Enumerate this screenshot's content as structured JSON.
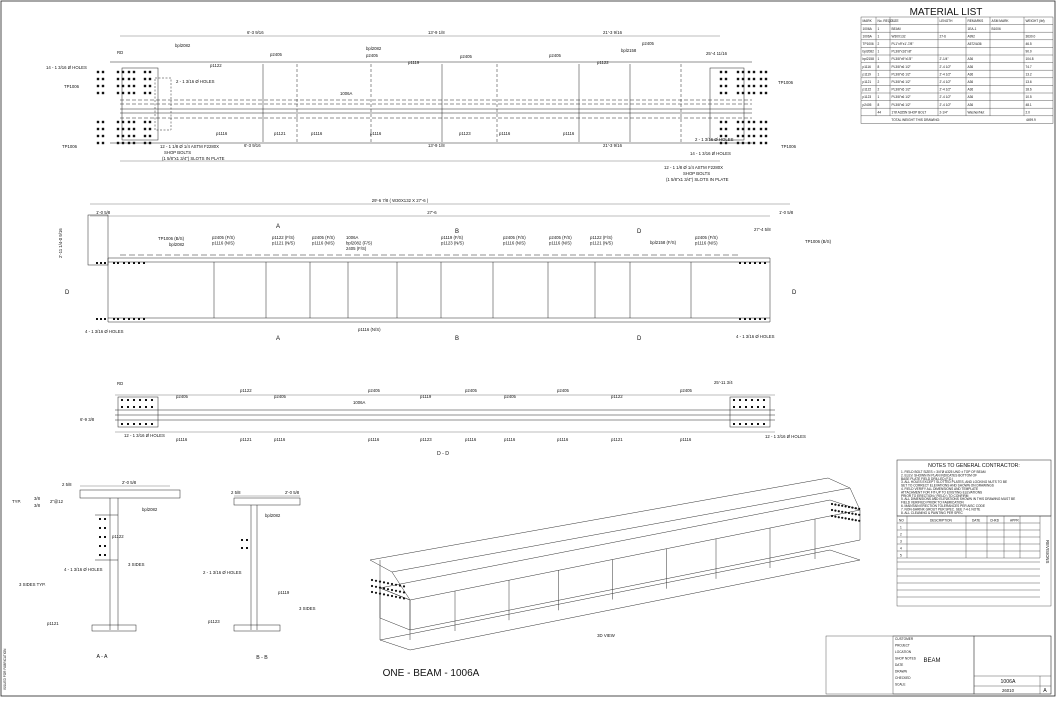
{
  "material_list": {
    "title": "MATERIAL LIST",
    "headers": [
      "MARK",
      "No. REQD",
      "SIZE",
      "LENGTH",
      "REMARKS",
      "ASM MARK",
      "WEIGHT (lbf)"
    ],
    "rows": [
      [
        "1006A",
        "1",
        "BEAM",
        "",
        "1EA-1",
        "B1006",
        ""
      ],
      [
        "1006A",
        "1",
        "W30X132",
        "27-6",
        "A992",
        "",
        "3630.0"
      ],
      [
        "TP1006",
        "2",
        "PL1\"x9\"x1'-7/8\"",
        "",
        "A572/A36",
        "",
        "46.5"
      ],
      [
        "bpl2082",
        "1",
        "PL3/8\"x16\"x8\"",
        "",
        "",
        "",
        "90.0"
      ],
      [
        "bpl2158",
        "1",
        "PL3/8\"x9\"x1'8\"",
        "2'-1/4\"",
        "A36",
        "",
        "104.8"
      ],
      [
        "p1116",
        "8",
        "PL3/8\"x6 1/2\"",
        "2'-4 1/2\"",
        "A36",
        "",
        "74.7"
      ],
      [
        "p1119",
        "1",
        "PL3/8\"x6 1/2\"",
        "2'-4 1/2\"",
        "A36",
        "",
        "13.2"
      ],
      [
        "p1121",
        "2",
        "PL3/8\"x6 1/2\"",
        "2'-4 1/2\"",
        "A36",
        "",
        "13.6"
      ],
      [
        "p1122",
        "2",
        "PL3/8\"x6 1/2\"",
        "2'-4 1/2\"",
        "A36",
        "",
        "18.6"
      ],
      [
        "p1123",
        "1",
        "PL3/8\"x6 1/2\"",
        "2'-4 1/2\"",
        "A36",
        "",
        "10.5"
      ],
      [
        "p2405",
        "8",
        "PL3/8\"x6 1/2\"",
        "2'-4 1/2\"",
        "A36",
        "",
        "48.1"
      ],
      [
        "",
        "44",
        "1\"Ø A325N SHOP BOLT",
        "2-1/4\"",
        "Washer/Nut",
        "",
        "2.0"
      ]
    ],
    "total_label": "TOTAL WEIGHT THIS DRAWING:",
    "total_value": "4499.9"
  },
  "top_view": {
    "dims": [
      "6'-3 9/16",
      "13'-9 1/8",
      "21'-3 9/16",
      "25'-4 11/16"
    ],
    "labels": {
      "rd": "RD",
      "bpl_a": "bpl2082",
      "bpl_b": "bpl2082",
      "bpl_c": "bpl2158",
      "p1122a": "p1122",
      "p2405a": "p2405",
      "p2405b": "p2405",
      "p1119": "p1119",
      "p2405c": "p2405",
      "p2405d": "p2405",
      "p1122b": "p1122",
      "p2405e": "p2405",
      "beam_mark": "1006A",
      "tp_l": "TP1006",
      "tp_l2": "TP1006",
      "tp_r": "TP1006",
      "tp_r2": "TP1006",
      "holes_l": "14 - 1 3/16 Ø HOLES",
      "holes_l2": "2 - 1 3/16 Ø HOLES",
      "holes_r": "2 - 1 3/16 Ø HOLES",
      "holes_r2": "14 - 1 3/16 Ø HOLES",
      "p1116a": "p1116",
      "p1121": "p1121",
      "p1116b": "p1116",
      "p1116c": "p1116",
      "p1123": "p1123",
      "p1116d": "p1116",
      "p1116e": "p1116",
      "bolt_note_l1": "12 - 1 1/8 Ø 1/4 ASTM F2280X",
      "bolt_note_l2": "SHOP BOLTS",
      "bolt_note_l3": "(1 5/8\"x1 3/4\") SLOTS IN PLATE",
      "bolt_note_r1": "12 - 1 1/8 Ø 1/4 ASTM F2280X",
      "bolt_note_r2": "SHOP BOLTS",
      "bolt_note_r3": "(1 5/8\"x1 3/4\") SLOTS IN PLATE",
      "dim_b1": "6'-3 9/16",
      "dim_b2": "13'-9 1/8",
      "dim_b3": "21'-3 9/16"
    }
  },
  "elevation": {
    "overall": "29'-6 7/8 ( W30X132 X 27'-6 )",
    "length": "27'-6",
    "left_off": "1'-0 5/8",
    "right_off": "1'-0 5/8",
    "right_dim": "27'-4 5/8",
    "tp_left": "TP1006 (B/S)",
    "tp_right": "TP1006 (B/S)",
    "bpl_left": "bpl2082",
    "bpl_right": "bpl2158 (F/S)",
    "callouts": [
      [
        "p2405 (F/S)",
        "p1116 (N/S)"
      ],
      [
        "p1122 (F/S)",
        "p1121 (N/S)"
      ],
      [
        "p2405 (F/S)",
        "p1116 (N/S)"
      ],
      [
        "1006A",
        "bpl2082 (F/S)",
        "2405 (F/S)"
      ],
      [
        "p1119 (F/S)",
        "p1123 (N/S)"
      ],
      [
        "p2405 (F/S)",
        "p1116 (N/S)"
      ],
      [
        "p2405 (F/S)",
        "p1116 (N/S)"
      ],
      [
        "p1122 (F/S)",
        "p1121 (N/S)"
      ],
      [
        "p2405 (F/S)",
        "p1116 (N/S)"
      ]
    ],
    "sec_a": "A",
    "sec_b": "B",
    "sec_d": "D",
    "holes_l": "4 - 1 3/16 Ø HOLES",
    "holes_r": "4 - 1 3/16 Ø HOLES",
    "bottom_call": "p1116 (N/S)",
    "vdim": "2'-11 1/4-0 9/16"
  },
  "section_dd": {
    "title": "D - D",
    "rd": "RD",
    "right_dim": "25'-11 3/4",
    "left_dim": "6'-9 3/8",
    "beam_mark": "1006A",
    "top_labels": [
      "p2405",
      "p1122",
      "p2405",
      "p2405",
      "p1119",
      "p2405",
      "p2405",
      "p2405",
      "p1122",
      "p2405"
    ],
    "bottom_labels": [
      "p1116",
      "p1121",
      "p1116",
      "p1116",
      "p1123",
      "p1116",
      "p1116",
      "p1116",
      "p1121",
      "p1116"
    ],
    "holes_l": "12 - 1 3/16 Ø HOLES",
    "holes_r": "12 - 1 3/16 Ø HOLES"
  },
  "section_aa": {
    "title": "A - A",
    "dim_top": "2'-0 5/8",
    "dim_left": "2 5/8",
    "typ": "TYP.",
    "weld1": "3/8",
    "weld2": "3/8",
    "weld_note": "2\"@12",
    "plate": "bpl2082",
    "p1122": "p1122",
    "holes": "4 - 1 3/16 Ø HOLES",
    "sides": "3 SIDES",
    "sides2": "3 SIDES TYP.",
    "p1121": "p1121"
  },
  "section_bb": {
    "title": "B - B",
    "dim_top": "2'-0 5/8",
    "dim_left": "2 5/8",
    "plate": "bpl2082",
    "holes": "2 - 1 3/16 Ø HOLES",
    "p1119": "p1119",
    "sides": "3 SIDES",
    "p1123": "p1123"
  },
  "view3d": {
    "label": "3D VIEW"
  },
  "footer_title": "ONE - BEAM - 1006A",
  "notes": {
    "title": "NOTES TO GENERAL CONTRACTOR:",
    "lines": [
      "1. FIELD BOLT SIZES = 3/4\"Ø A325 UNO ±  TOP OF BEAM",
      "2. ELEV. SHOWN IN PLAN INDICATES BOTTOM OF",
      "   BASE PLATE FIELD DRILLED (F.D.)",
      "3. ALL HOLES EXCEPT SLOTTED PLATES, AND LOCKING NUTS TO BE",
      "   SET TO CORRECT ELEVATIONS AND SHOWN ON DRAWINGS",
      "4. FIELD VERIFY ALL DIMENSIONS AND TEMPLATE",
      "   ATTACHMENT FOR FIT-UP TO EXISTING ELEVATIONS",
      "   PRIOR TO ERECTION ( FIELD ) TO CONFIRM",
      "5. ALL DIMENSIONS AND ELEVATIONS SHOWN IN THIS DRAWING MUST BE",
      "   FIELD VERIFIED PRIOR TO FABRICATION",
      "6. MAINTAIN ERECTION TOLERANCES PER AISC CODE",
      "7. NON-SHRINK GROUT PER SPEC. SEE 7-4-1 NOTE",
      "8. ALL CLEANING & PAINTING PER SPEC"
    ]
  },
  "revision_table": {
    "headers": [
      "NO",
      "DESCRIPTION",
      "DATE",
      "CHKD",
      "APPR"
    ],
    "side_label": "REVISIONS",
    "rows": [
      "1",
      "2",
      "3",
      "4",
      "5"
    ]
  },
  "title_block": {
    "title": "BEAM",
    "drawing_no": "1006A",
    "rev": "A",
    "sheet_code": "26010",
    "small": [
      "CUSTOMER",
      "PROJECT",
      "LOCATION",
      "SHOP NOTES",
      "DATE",
      "DRAWN",
      "CHECKED",
      "SCALE"
    ]
  },
  "left_stamp": "ISSUED FOR FABRICATION"
}
